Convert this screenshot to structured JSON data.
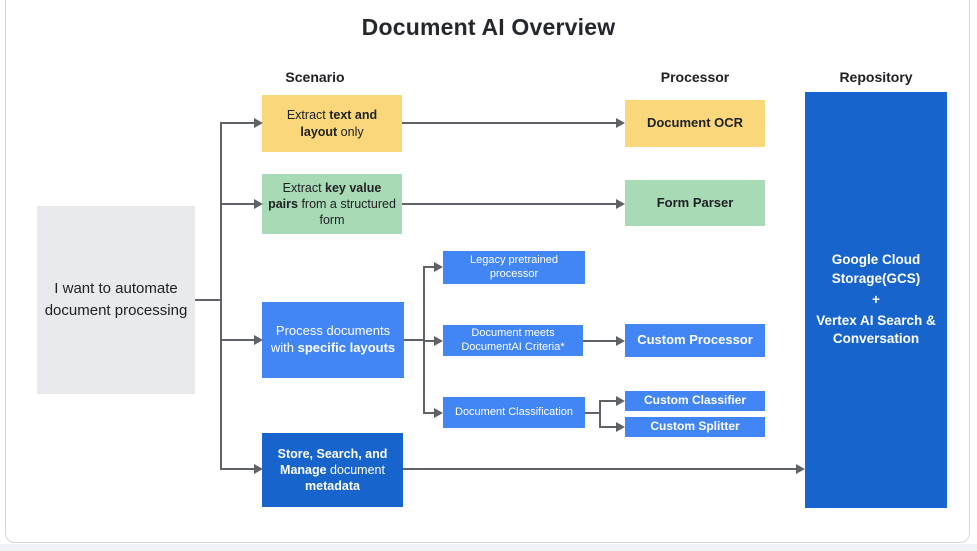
{
  "title": "Document AI Overview",
  "column_headers": {
    "scenario": "Scenario",
    "processor": "Processor",
    "repository": "Repository"
  },
  "colors": {
    "scenario_yellow": "#FBD77B",
    "scenario_green": "#A8DAB5",
    "scenario_blue": "#4285F4",
    "dark_blue": "#1765CC",
    "root_gray": "#E8EAED",
    "arrow_gray": "#5F6368",
    "text_dark": "#202124",
    "text_light": "#FFFFFF"
  },
  "root_node": {
    "text": "I want to automate document processing"
  },
  "scenarios": {
    "extract_text": {
      "seg1": "Extract ",
      "bold1": "text and layout",
      "seg2": " only"
    },
    "extract_kv": {
      "seg1": "Extract ",
      "bold1": "key value pairs",
      "seg2": " from a structured form"
    },
    "specific_layouts": {
      "seg1": "Process documents with ",
      "bold1": "specific layouts"
    },
    "store_search": {
      "bold1": "Store, Search, and Manage",
      "seg1": " document ",
      "bold2": "metadata"
    }
  },
  "decision_nodes": {
    "legacy": "Legacy pretrained processor",
    "criteria": "Document meets DocumentAI Criteria*",
    "classification": "Document Classification"
  },
  "processors": {
    "ocr": "Document OCR",
    "form_parser": "Form Parser",
    "custom_processor": "Custom Processor",
    "custom_classifier": "Custom Classifier",
    "custom_splitter": "Custom Splitter"
  },
  "repository_node": {
    "line1": "Google Cloud Storage(GCS)",
    "line2": "+",
    "line3": "Vertex AI Search & Conversation"
  }
}
